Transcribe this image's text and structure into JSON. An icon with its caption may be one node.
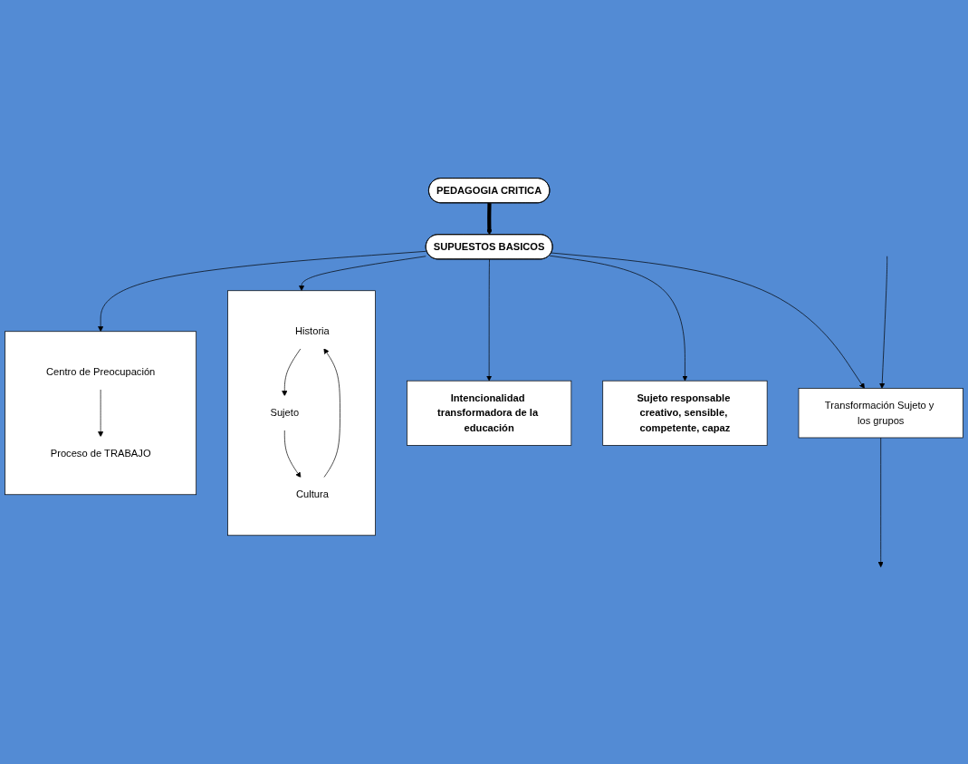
{
  "diagram": {
    "nodes": [
      {
        "text": [
          "PEDAGOGIA CRITICA"
        ]
      },
      {
        "text": [
          "SUPUESTOS BASICOS"
        ]
      },
      {
        "text": [
          "Intencionalidad transformadora de la educación"
        ]
      },
      {
        "text": [
          "Sujeto responsable creativo, sensible, competente, capaz"
        ]
      },
      {
        "text": [],
        "shape": "box"
      },
      {
        "text": [
          "Historia"
        ],
        "in": 4
      },
      {
        "text": [
          "Sujeto"
        ],
        "in": 4
      },
      {
        "text": [
          "Cultura"
        ],
        "in": 4
      },
      {
        "text": [],
        "shape": "box"
      },
      {
        "text": [
          "Centro de Preocupación"
        ],
        "in": 8
      },
      {
        "text": [
          "Proceso de TRABAJO"
        ],
        "in": 8
      },
      {
        "text": [
          "Transformación Sujeto y los grupos"
        ]
      }
    ],
    "edges": [
      {
        "from": 0,
        "to": 1,
        "arrow": "to",
        "style": "thick"
      },
      {
        "from": 1,
        "to": 2,
        "arrow": "to"
      },
      {
        "from": 1,
        "to": 3,
        "arrow": "to"
      },
      {
        "from": 1,
        "to": 4,
        "arrow": "to"
      },
      {
        "from": 1,
        "to": 8,
        "arrow": "to"
      },
      {
        "from": 1,
        "to": 11,
        "arrow": "to"
      },
      {
        "from": 5,
        "to": 6,
        "arrow": "to"
      },
      {
        "from": 6,
        "to": 7,
        "arrow": "to"
      },
      {
        "from": 7,
        "to": 5,
        "arrow": "to"
      },
      {
        "from": 9,
        "to": 10,
        "arrow": "to"
      },
      {
        "from": 11,
        "to": null,
        "arrow": "to"
      },
      {
        "from": null,
        "to": 11,
        "arrow": "to"
      }
    ]
  }
}
